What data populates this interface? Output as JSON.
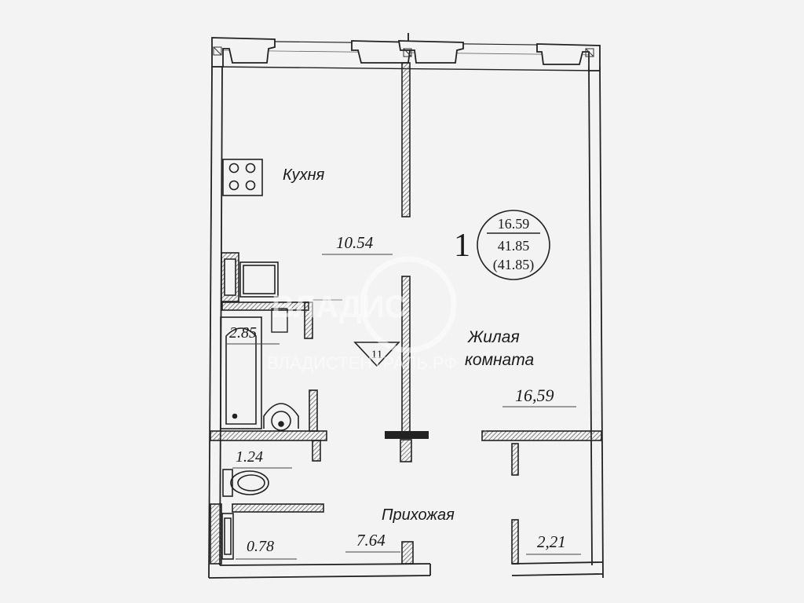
{
  "rooms": {
    "kitchen": {
      "name": "Кухня",
      "area": "10.54"
    },
    "living": {
      "name_line1": "Жилая",
      "name_line2": "комната",
      "area": "16,59"
    },
    "hallway": {
      "name": "Прихожая",
      "area": "7.64"
    },
    "bathroom": {
      "area": "2.85"
    },
    "toilet": {
      "area": "1.24"
    },
    "closet": {
      "area": "0.78"
    },
    "storage": {
      "area": "2,21"
    }
  },
  "apartment": {
    "number": "1",
    "living_area": "16.59",
    "total_area": "41.85",
    "total_area_alt": "(41.85)"
  },
  "stair_marker": "11",
  "watermark": {
    "logo_text": "ВЛАДИС",
    "subtext": "ВЛАДИСТЕНТРАЛЬ.РФ"
  }
}
